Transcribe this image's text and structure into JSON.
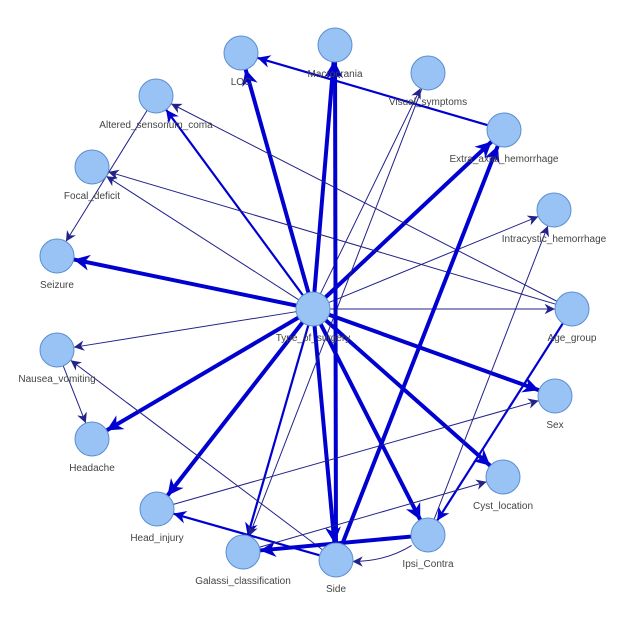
{
  "colors": {
    "node_fill": "#99c2f5",
    "node_stroke": "#5a8fd0",
    "edge": "#0000d0",
    "edge_thin": "#22228a"
  },
  "nodes": [
    {
      "id": "LOC",
      "label": "LOC"
    },
    {
      "id": "Macrocrania",
      "label": "Macrocrania"
    },
    {
      "id": "Visual_symptoms",
      "label": "Visual_symptoms"
    },
    {
      "id": "Altered_sensorium_coma",
      "label": "Altered_sensorium_coma"
    },
    {
      "id": "Extra_axial_hemorrhage",
      "label": "Extra_axial_hemorrhage"
    },
    {
      "id": "Focal_deficit",
      "label": "Focal_deficit"
    },
    {
      "id": "Intracystic_hemorrhage",
      "label": "Intracystic_hemorrhage"
    },
    {
      "id": "Seizure",
      "label": "Seizure"
    },
    {
      "id": "Type_of_surgery",
      "label": "Type_of_surgery"
    },
    {
      "id": "Age_group",
      "label": "Age_group"
    },
    {
      "id": "Nausea_vomiting",
      "label": "Nausea_vomiting"
    },
    {
      "id": "Sex",
      "label": "Sex"
    },
    {
      "id": "Headache",
      "label": "Headache"
    },
    {
      "id": "Cyst_location",
      "label": "Cyst_location"
    },
    {
      "id": "Head_injury",
      "label": "Head_injury"
    },
    {
      "id": "Ipsi_Contra",
      "label": "Ipsi_Contra"
    },
    {
      "id": "Galassi_classification",
      "label": "Galassi_classification"
    },
    {
      "id": "Side",
      "label": "Side"
    }
  ],
  "edges": [
    {
      "from": "Type_of_surgery",
      "to": "LOC",
      "strength": 3
    },
    {
      "from": "Type_of_surgery",
      "to": "Macrocrania",
      "strength": 3
    },
    {
      "from": "Type_of_surgery",
      "to": "Altered_sensorium_coma",
      "strength": 2
    },
    {
      "from": "Type_of_surgery",
      "to": "Focal_deficit",
      "strength": 1
    },
    {
      "from": "Type_of_surgery",
      "to": "Seizure",
      "strength": 3
    },
    {
      "from": "Type_of_surgery",
      "to": "Nausea_vomiting",
      "strength": 1
    },
    {
      "from": "Type_of_surgery",
      "to": "Headache",
      "strength": 3
    },
    {
      "from": "Type_of_surgery",
      "to": "Head_injury",
      "strength": 3
    },
    {
      "from": "Type_of_surgery",
      "to": "Galassi_classification",
      "strength": 2
    },
    {
      "from": "Type_of_surgery",
      "to": "Side",
      "strength": 3
    },
    {
      "from": "Type_of_surgery",
      "to": "Ipsi_Contra",
      "strength": 3
    },
    {
      "from": "Type_of_surgery",
      "to": "Cyst_location",
      "strength": 3
    },
    {
      "from": "Type_of_surgery",
      "to": "Sex",
      "strength": 3
    },
    {
      "from": "Type_of_surgery",
      "to": "Age_group",
      "strength": 1
    },
    {
      "from": "Type_of_surgery",
      "to": "Intracystic_hemorrhage",
      "strength": 1
    },
    {
      "from": "Type_of_surgery",
      "to": "Extra_axial_hemorrhage",
      "strength": 3
    },
    {
      "from": "Type_of_surgery",
      "to": "Visual_symptoms",
      "strength": 1
    },
    {
      "from": "Visual_symptoms",
      "to": "Galassi_classification",
      "strength": 1
    },
    {
      "from": "Extra_axial_hemorrhage",
      "to": "LOC",
      "strength": 2
    },
    {
      "from": "Age_group",
      "to": "Altered_sensorium_coma",
      "strength": 1
    },
    {
      "from": "Age_group",
      "to": "Focal_deficit",
      "strength": 1
    },
    {
      "from": "Age_group",
      "to": "Ipsi_Contra",
      "strength": 2
    },
    {
      "from": "Altered_sensorium_coma",
      "to": "Seizure",
      "strength": 1
    },
    {
      "from": "Nausea_vomiting",
      "to": "Headache",
      "strength": 1
    },
    {
      "from": "Side",
      "to": "Macrocrania",
      "strength": 3
    },
    {
      "from": "Side",
      "to": "Extra_axial_hemorrhage",
      "strength": 3
    },
    {
      "from": "Side",
      "to": "Head_injury",
      "strength": 2
    },
    {
      "from": "Side",
      "to": "Nausea_vomiting",
      "strength": 1
    },
    {
      "from": "Ipsi_Contra",
      "to": "Galassi_classification",
      "strength": 3
    },
    {
      "from": "Ipsi_Contra",
      "to": "Side",
      "strength": 1,
      "curved": true
    },
    {
      "from": "Ipsi_Contra",
      "to": "Intracystic_hemorrhage",
      "strength": 1
    },
    {
      "from": "Head_injury",
      "to": "Sex",
      "strength": 1
    },
    {
      "from": "Galassi_classification",
      "to": "Cyst_location",
      "strength": 1
    }
  ]
}
